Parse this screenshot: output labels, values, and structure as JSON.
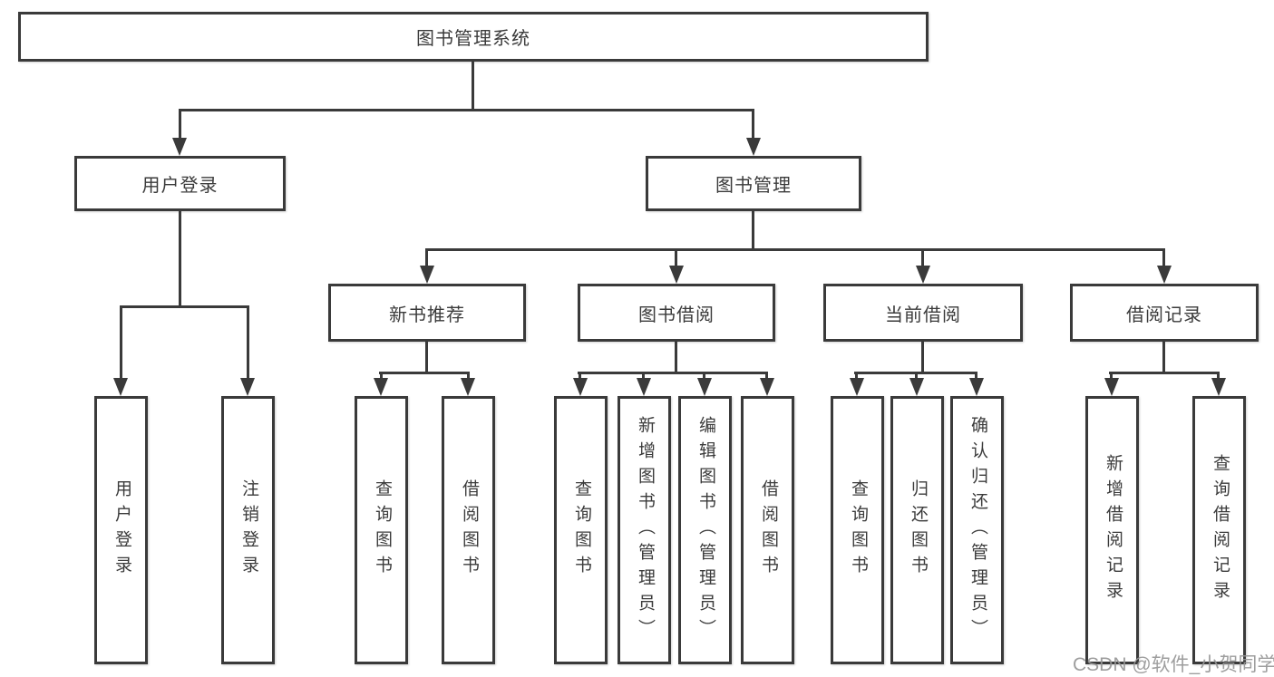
{
  "diagram": {
    "root": {
      "label": "图书管理系统"
    },
    "branches": [
      {
        "label": "用户登录",
        "children": [
          {
            "label": "用户登录"
          },
          {
            "label": "注销登录"
          }
        ]
      },
      {
        "label": "图书管理",
        "children": [
          {
            "label": "新书推荐",
            "children": [
              {
                "label": "查询图书"
              },
              {
                "label": "借阅图书"
              }
            ]
          },
          {
            "label": "图书借阅",
            "children": [
              {
                "label": "查询图书"
              },
              {
                "label": "新增图书（管理员）"
              },
              {
                "label": "编辑图书（管理员）"
              },
              {
                "label": "借阅图书"
              }
            ]
          },
          {
            "label": "当前借阅",
            "children": [
              {
                "label": "查询图书"
              },
              {
                "label": "归还图书"
              },
              {
                "label": "确认归还（管理员）"
              }
            ]
          },
          {
            "label": "借阅记录",
            "children": [
              {
                "label": "新增借阅记录"
              },
              {
                "label": "查询借阅记录"
              }
            ]
          }
        ]
      }
    ]
  },
  "watermark": {
    "text": "CSDN @软件_小贺同学"
  },
  "colors": {
    "line": "#3a3a3a",
    "text": "#3b3b3b",
    "background": "#ffffff",
    "watermark": "#969696"
  }
}
